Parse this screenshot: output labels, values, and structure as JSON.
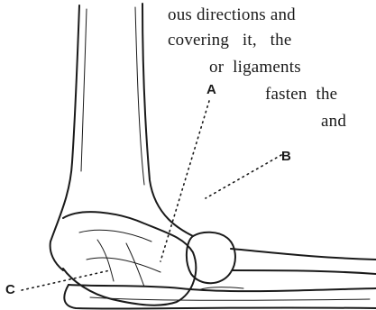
{
  "text_lines": [
    "ous directions and",
    "covering   it,   the",
    "or  ligaments",
    "fasten  the",
    "and"
  ],
  "callouts": {
    "a": "A",
    "b": "B",
    "c": "C"
  },
  "colors": {
    "ink": "#1a1a1a",
    "paper": "#ffffff"
  }
}
